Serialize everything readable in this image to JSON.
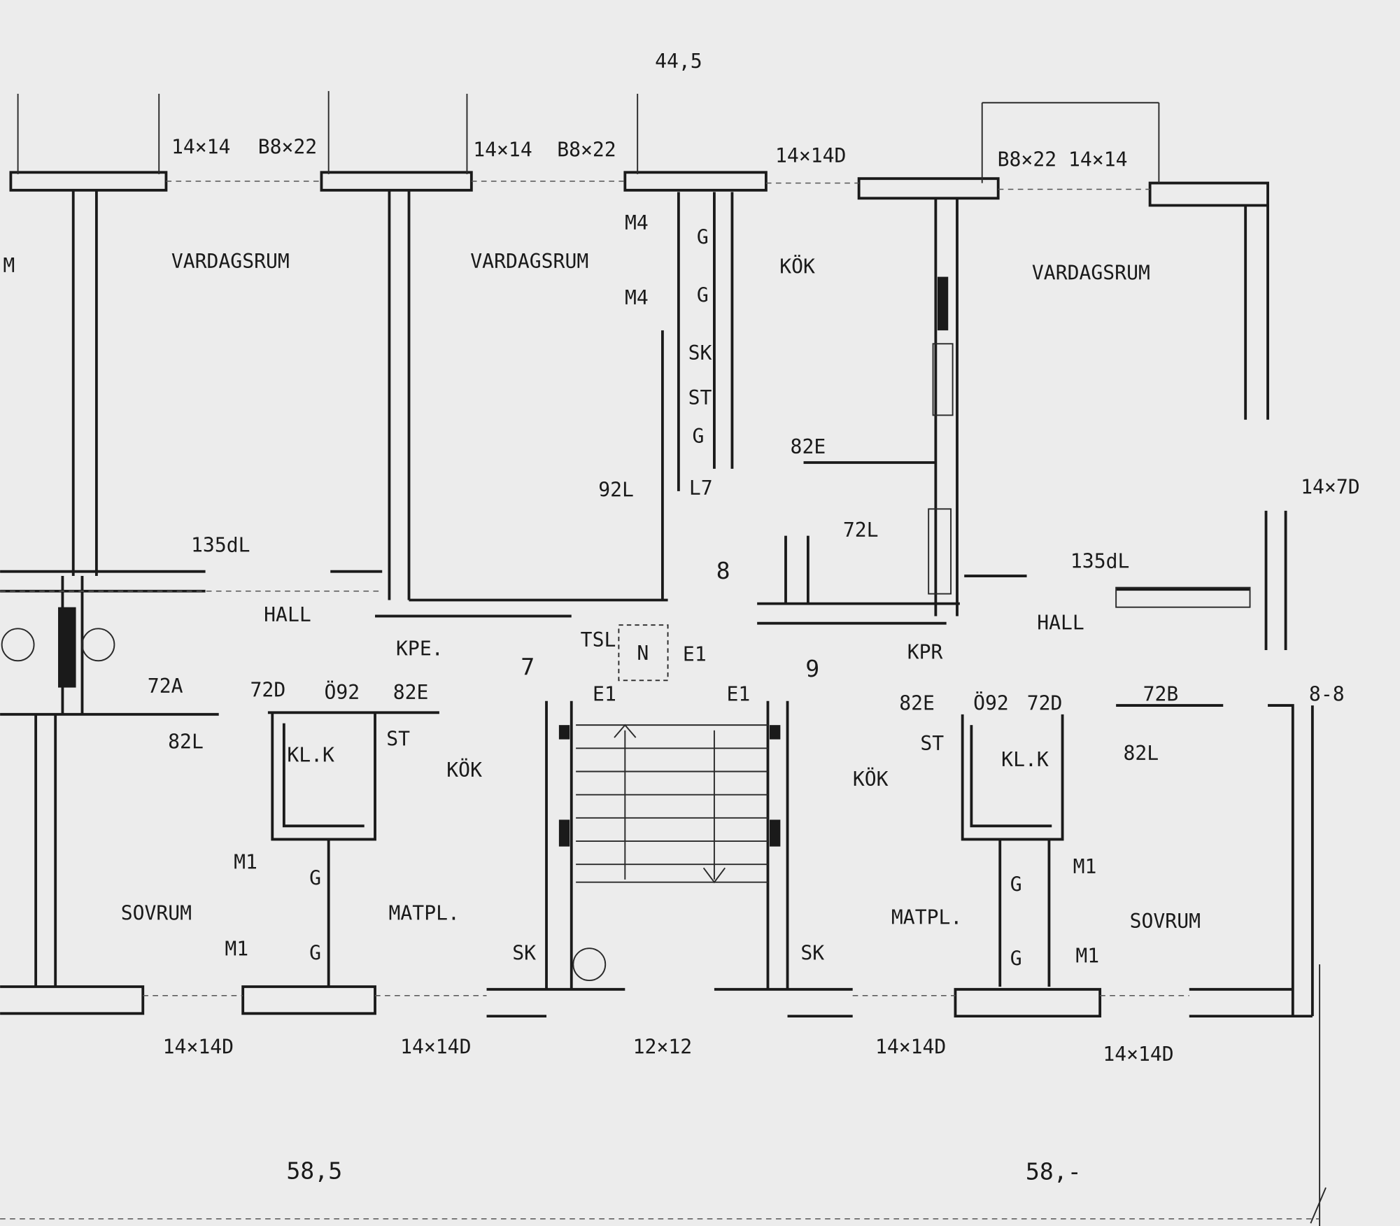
{
  "plan": {
    "total_dim": "44,5",
    "rooms": {
      "vardagsrum_1": "VARDAGSRUM",
      "vardagsrum_2": "VARDAGSRUM",
      "vardagsrum_3": "VARDAGSRUM",
      "kok_top": "KÖK",
      "kok_left": "KÖK",
      "kok_right": "KÖK",
      "hall_left": "HALL",
      "hall_right": "HALL",
      "sovrum_left": "SOVRUM",
      "sovrum_right": "SOVRUM",
      "matpl_left": "MATPL.",
      "matpl_right": "MATPL.",
      "klk_left": "KL.K",
      "klk_right": "KL.K",
      "stair_7": "7",
      "stair_8": "8",
      "stair_9": "9",
      "edge_m": "M"
    },
    "windows_top": [
      "14×14",
      "B8×22",
      "14×14",
      "B8×22",
      "14×14D",
      "B8×22 14×14"
    ],
    "windows_bottom": [
      "14×14D",
      "14×14D",
      "12×12",
      "14×14D",
      "14×14D"
    ],
    "windows_right": [
      "14×7D",
      "8-8"
    ],
    "areas": [
      "58,5",
      "58,-"
    ],
    "codes": {
      "m4_a": "M4",
      "m4_b": "M4",
      "g1": "G",
      "g2": "G",
      "sk_top": "SK",
      "st_top": "ST",
      "g3": "G",
      "e82_top": "82E",
      "l92": "92L",
      "l7": "L7",
      "l72": "72L",
      "dl135_l": "135dL",
      "dl135_r": "135dL",
      "kpe": "KPE.",
      "tsl": "TSL",
      "n": "N",
      "e1_a": "E1",
      "e1_b": "E1",
      "e1_c": "E1",
      "kpr": "KPR",
      "a72": "72A",
      "d72_l": "72D",
      "o92_l": "Ö92",
      "e82_l": "82E",
      "e82_r": "82E",
      "o92_r": "Ö92",
      "d72_r": "72D",
      "b72": "72B",
      "l82_l": "82L",
      "l82_r": "82L",
      "st_l": "ST",
      "st_r": "ST",
      "m1_a": "M1",
      "m1_b": "M1",
      "m1_c": "M1",
      "m1_d": "M1",
      "g4": "G",
      "g5": "G",
      "g6": "G",
      "g7": "G",
      "sk_l": "SK",
      "sk_r": "SK"
    }
  }
}
